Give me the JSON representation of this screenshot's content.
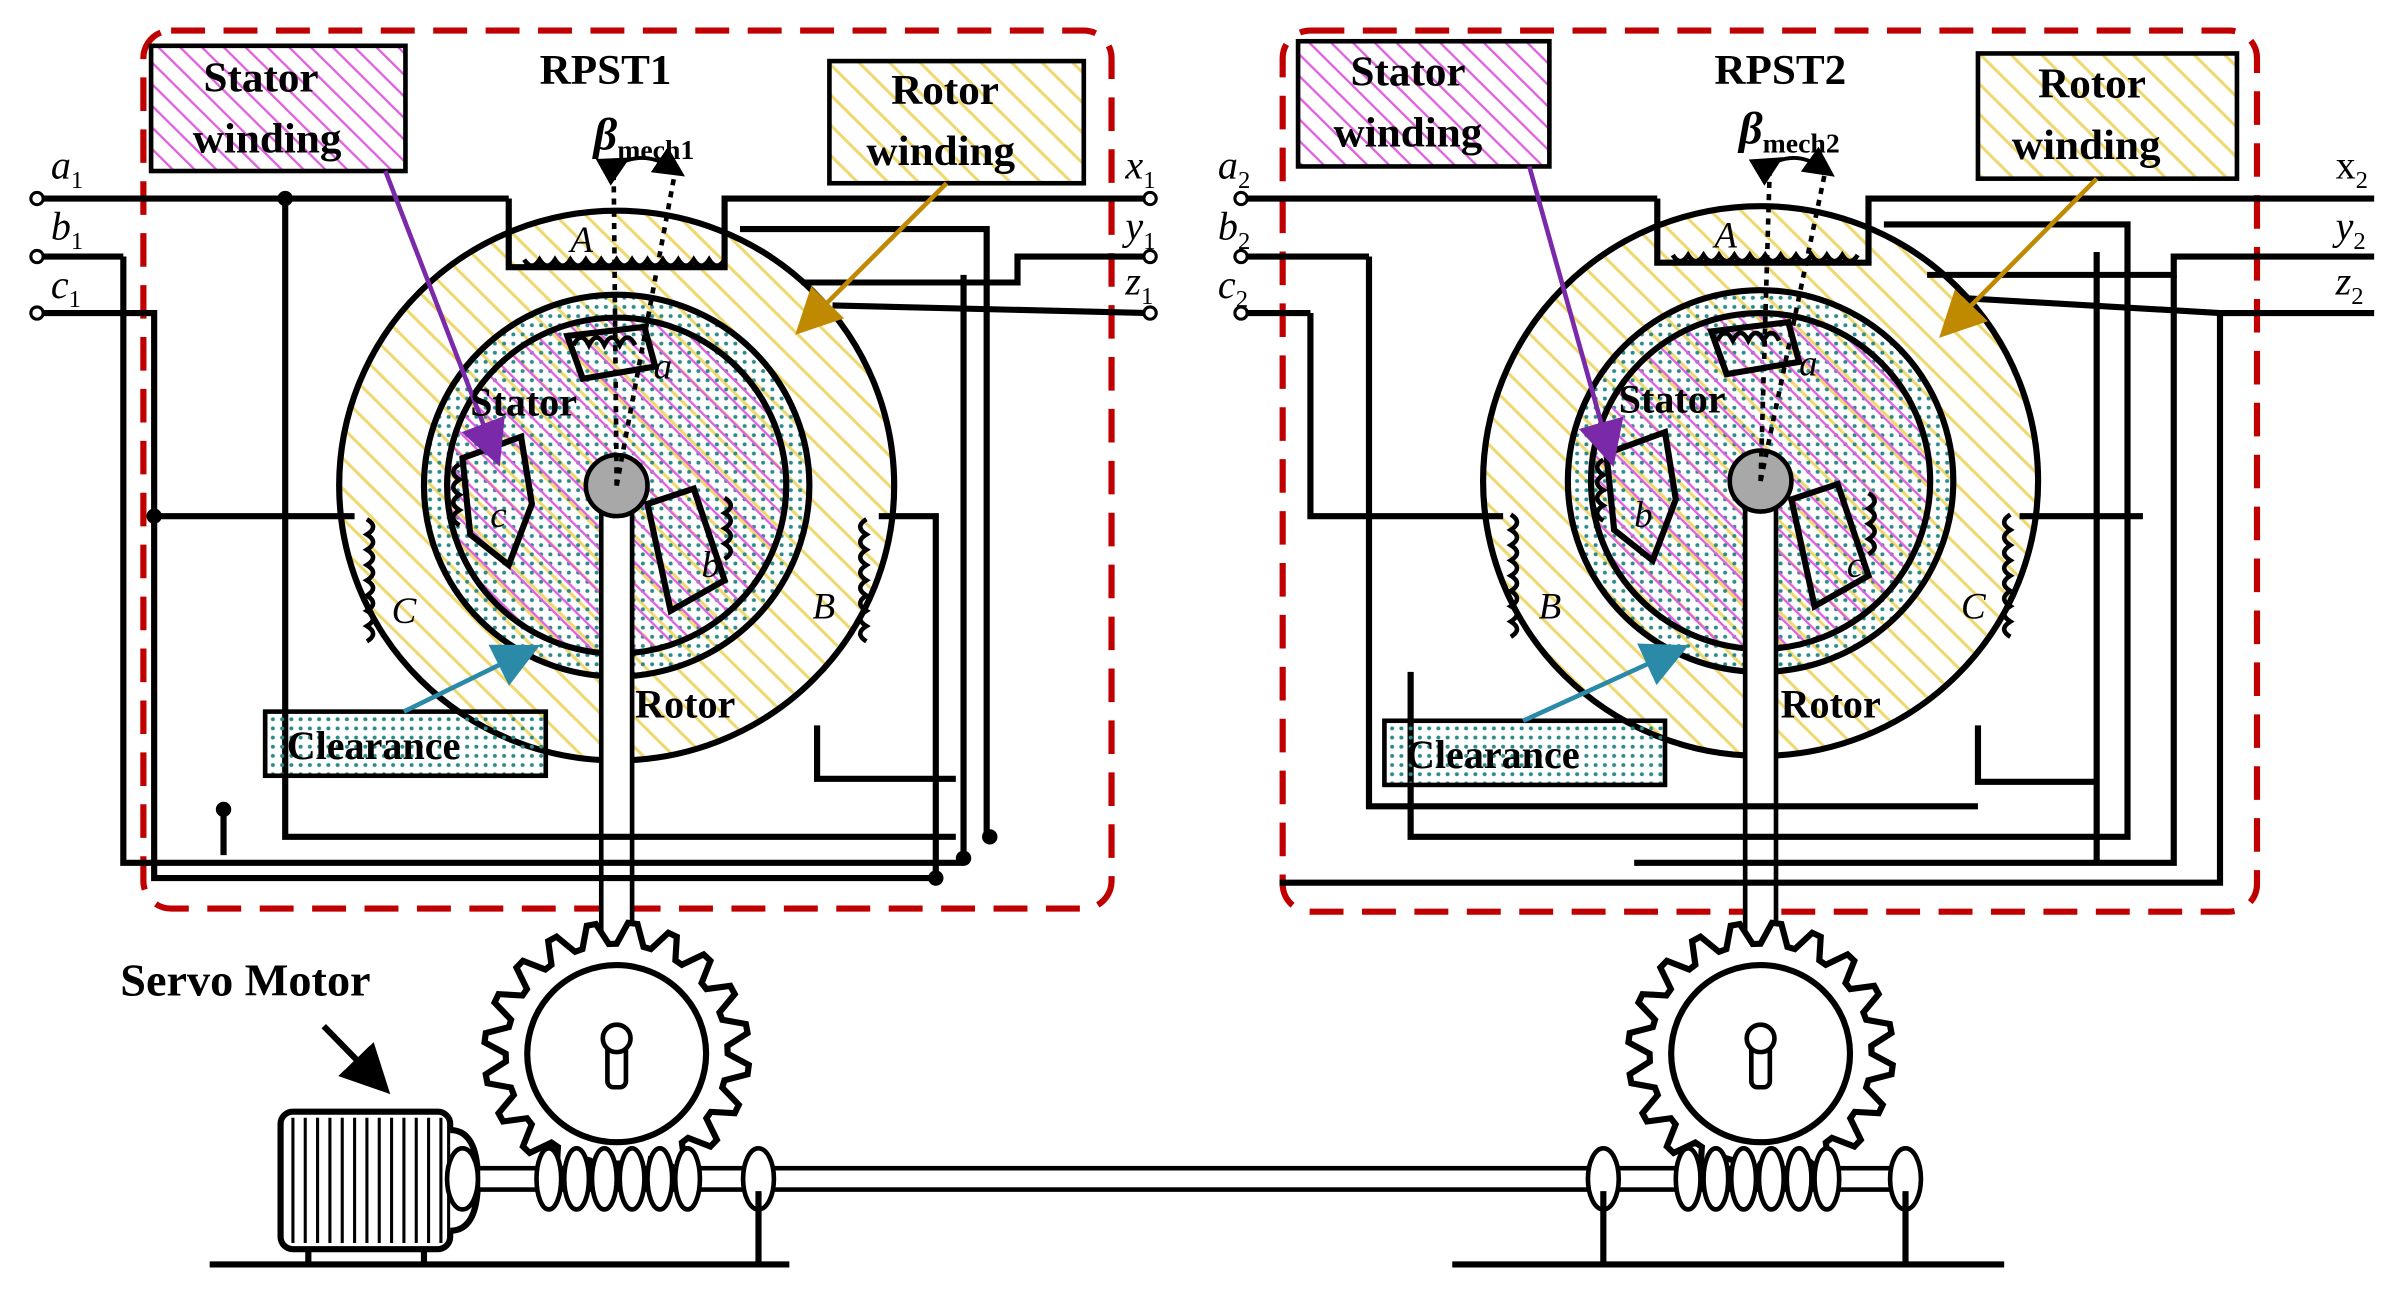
{
  "colors": {
    "frame": "#c00000",
    "stator_hatch": "#e060e0",
    "rotor_hatch": "#f0d870",
    "clearance": "#2a8a8a",
    "stator_arrow": "#7a2aa8",
    "rotor_arrow": "#c08a00",
    "clearance_arrow": "#2a8aa8",
    "shaft_hub": "#a8a8a8"
  },
  "units": [
    {
      "title": "RPST1",
      "beta": "β",
      "beta_sub": "mech1",
      "stator_callout": [
        "Stator",
        "winding"
      ],
      "rotor_callout": [
        "Rotor",
        "winding"
      ],
      "stator_label": "Stator",
      "rotor_label": "Rotor",
      "clearance_label": "Clearance",
      "stator_phases": [
        "a",
        "c",
        "b"
      ],
      "rotor_phases": [
        "A",
        "C",
        "B"
      ],
      "left_terminals": [
        {
          "base": "a",
          "sub": "1"
        },
        {
          "base": "b",
          "sub": "1"
        },
        {
          "base": "c",
          "sub": "1"
        }
      ],
      "right_terminals": [
        {
          "base": "x",
          "sub": "1"
        },
        {
          "base": "y",
          "sub": "1"
        },
        {
          "base": "z",
          "sub": "1"
        }
      ]
    },
    {
      "title": "RPST2",
      "beta": "β",
      "beta_sub": "mech2",
      "stator_callout": [
        "Stator",
        "winding"
      ],
      "rotor_callout": [
        "Rotor",
        "winding"
      ],
      "stator_label": "Stator",
      "rotor_label": "Rotor",
      "clearance_label": "Clearance",
      "stator_phases": [
        "a",
        "b",
        "c"
      ],
      "rotor_phases": [
        "A",
        "B",
        "C"
      ],
      "left_terminals": [
        {
          "base": "a",
          "sub": "2"
        },
        {
          "base": "b",
          "sub": "2"
        },
        {
          "base": "c",
          "sub": "2"
        }
      ],
      "right_terminals": [
        {
          "base": "x",
          "sub": "2"
        },
        {
          "base": "y",
          "sub": "2"
        },
        {
          "base": "z",
          "sub": "2"
        }
      ]
    }
  ],
  "servo_motor_label": "Servo Motor"
}
